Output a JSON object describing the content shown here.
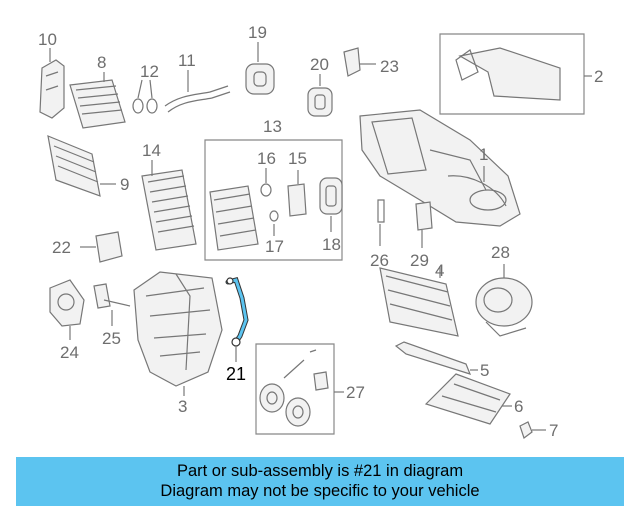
{
  "diagram": {
    "highlight_color": "#5cc4f0",
    "callouts": {
      "c1": "1",
      "c2": "2",
      "c3": "3",
      "c4": "4",
      "c5": "5",
      "c6": "6",
      "c7": "7",
      "c8": "8",
      "c9": "9",
      "c10": "10",
      "c11": "11",
      "c12": "12",
      "c13": "13",
      "c14": "14",
      "c15": "15",
      "c16": "16",
      "c17": "17",
      "c18": "18",
      "c19": "19",
      "c20": "20",
      "c21": "21",
      "c22": "22",
      "c23": "23",
      "c24": "24",
      "c25": "25",
      "c26": "26",
      "c27": "27",
      "c28": "28",
      "c29": "29"
    }
  },
  "banner": {
    "line1": "Part or sub-assembly is #21 in diagram",
    "line2": "Diagram may not be specific to your vehicle",
    "color": "#5cc4f0"
  }
}
